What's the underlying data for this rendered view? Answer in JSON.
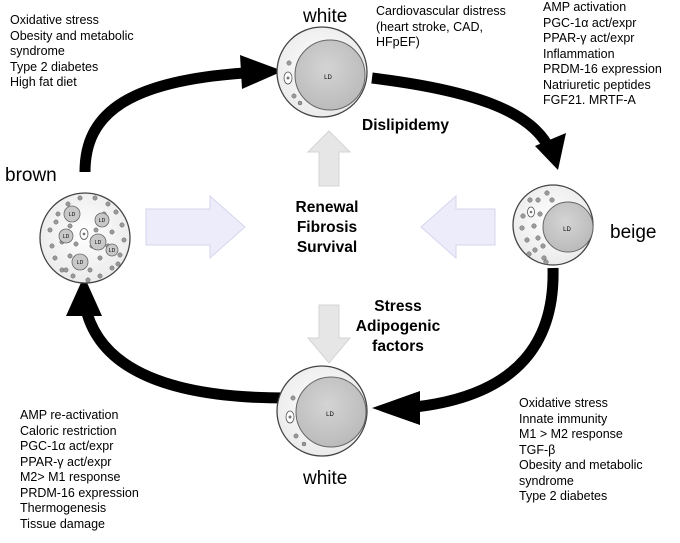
{
  "labels": {
    "white_top": "white",
    "white_bottom": "white",
    "brown": "brown",
    "beige": "beige"
  },
  "center": {
    "dislipidemy": "Dislipidemy",
    "renewal": [
      "Renewal",
      "Fibrosis",
      "Survival"
    ],
    "stress": [
      "Stress",
      "Adipogenic",
      "factors"
    ]
  },
  "cell_label": "LD",
  "notes": {
    "top_left": [
      "Oxidative stress",
      "Obesity and metabolic",
      "syndrome",
      "Type 2 diabetes",
      "High fat diet"
    ],
    "top_middle": [
      "Cardiovascular distress",
      "(heart stroke, CAD,",
      "HFpEF)"
    ],
    "top_right": [
      "AMP activation",
      "PGC-1α act/expr",
      "PPAR-γ act/expr",
      "Inflammation",
      "PRDM-16 expression",
      "Natriuretic peptides",
      "FGF21. MRTF-A"
    ],
    "bottom_left": [
      "AMP re-activation",
      "Caloric restriction",
      "PGC-1α act/expr",
      "PPAR-γ act/expr",
      "M2> M1 response",
      "PRDM-16 expression",
      "Thermogenesis",
      "Tissue damage"
    ],
    "bottom_right": [
      "Oxidative stress",
      "Innate immunity",
      "M1 > M2 response",
      "TGF-β",
      "Obesity and metabolic",
      "syndrome",
      "Type 2 diabetes"
    ]
  },
  "colors": {
    "arrow": "#000000",
    "block_arrow_purple": "#ececfb",
    "block_arrow_gray": "#e6e6e6",
    "lipid_droplet": "#c8c8c8",
    "mito": "#9a9a9a"
  }
}
